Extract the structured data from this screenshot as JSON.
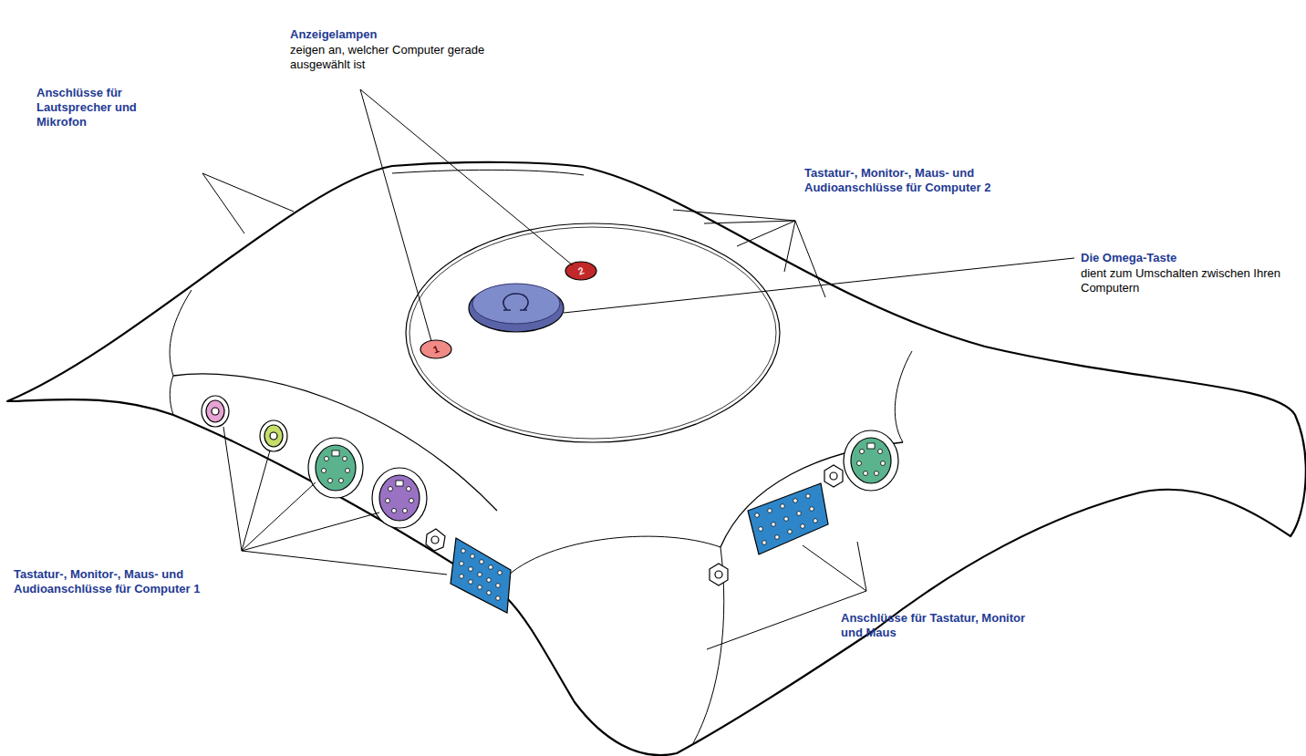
{
  "diagram": {
    "labels": [
      "Anzeigelampen",
      "zeigen an, welcher Computer gerade ausgewählt ist",
      "Anschlüsse für Lautsprecher und Mikrofon",
      "Tastatur-, Monitor-, Maus- und Audioanschlüsse für Computer 2",
      "Die Omega-Taste",
      "dient zum Umschalten zwischen Ihren Computern",
      "Tastatur-, Monitor-, Maus- und Audioanschlüsse für Computer 1",
      "Anschlüsse für Tastatur, Monitor und Maus",
      "1",
      "2"
    ]
  }
}
